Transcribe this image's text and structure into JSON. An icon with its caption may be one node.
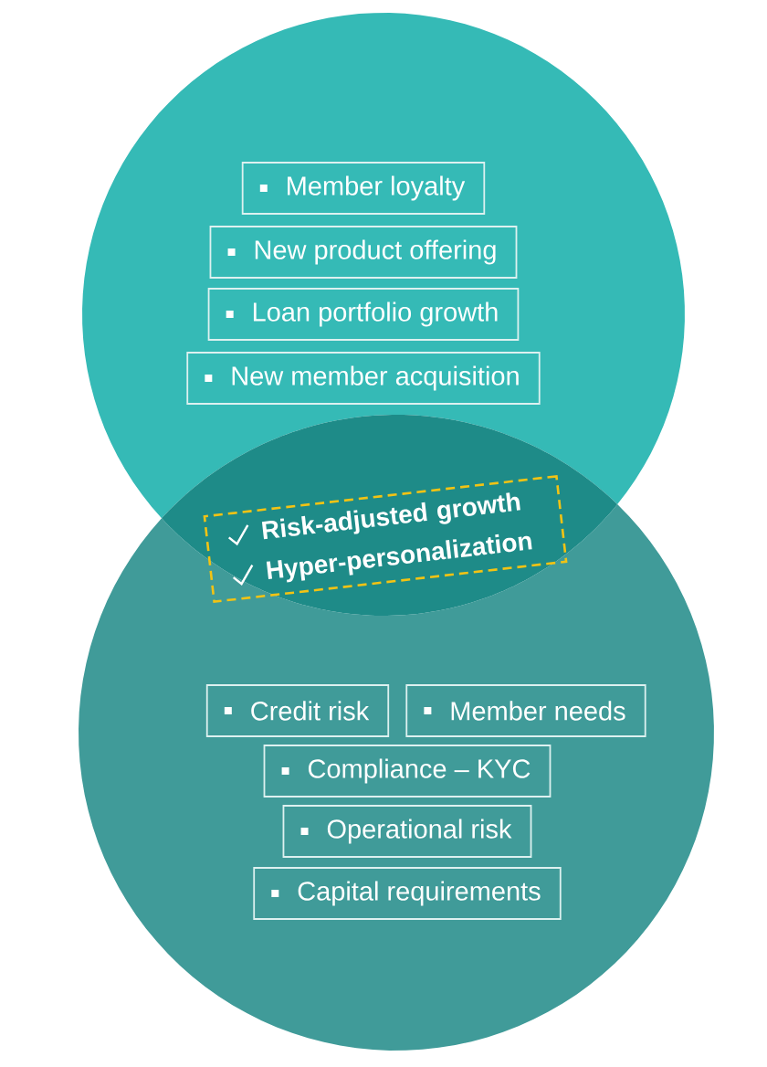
{
  "diagram": {
    "nodes": [
      {
        "text": [],
        "shape": "circle"
      },
      {
        "text": [
          "Member loyalty"
        ],
        "in": 0
      },
      {
        "text": [
          "New product offering"
        ],
        "in": 0
      },
      {
        "text": [
          "Loan portfolio growth"
        ],
        "in": 0
      },
      {
        "text": [
          "New member acquisition"
        ],
        "in": 0
      },
      {
        "text": [
          "Risk-adjusted growth",
          "Hyper-personalization"
        ]
      },
      {
        "text": [],
        "shape": "circle"
      },
      {
        "text": [
          "Credit risk"
        ],
        "in": 6
      },
      {
        "text": [
          "Member needs"
        ],
        "in": 6
      },
      {
        "text": [
          "Compliance – KYC"
        ],
        "in": 6
      },
      {
        "text": [
          "Operational risk"
        ],
        "in": 6
      },
      {
        "text": [
          "Capital requirements"
        ],
        "in": 6
      }
    ]
  }
}
